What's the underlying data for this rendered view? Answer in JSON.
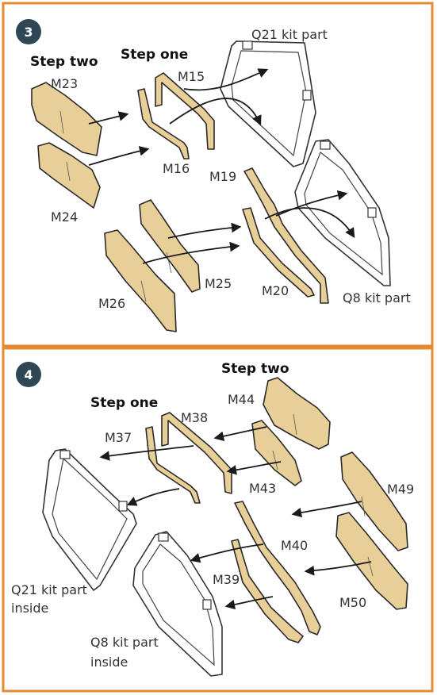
{
  "colors": {
    "panel_border": "#e48a2f",
    "badge": "#2f4656",
    "mask_fill": "#e8cf98"
  },
  "step3": {
    "badge": "3",
    "step_two": "Step two",
    "step_one": "Step one",
    "labels": {
      "M23": "M23",
      "M24": "M24",
      "M15": "M15",
      "M16": "M16",
      "M19": "M19",
      "M20": "M20",
      "M25": "M25",
      "M26": "M26",
      "Q21": "Q21 kit part",
      "Q8": "Q8 kit part"
    }
  },
  "step4": {
    "badge": "4",
    "step_two": "Step two",
    "step_one": "Step one",
    "labels": {
      "M44": "M44",
      "M38": "M38",
      "M37": "M37",
      "M43": "M43",
      "M49": "M49",
      "M40": "M40",
      "M39": "M39",
      "M50": "M50",
      "Q21_l1": "Q21 kit part",
      "Q21_l2": "inside",
      "Q8_l1": "Q8 kit part",
      "Q8_l2": "inside"
    }
  }
}
